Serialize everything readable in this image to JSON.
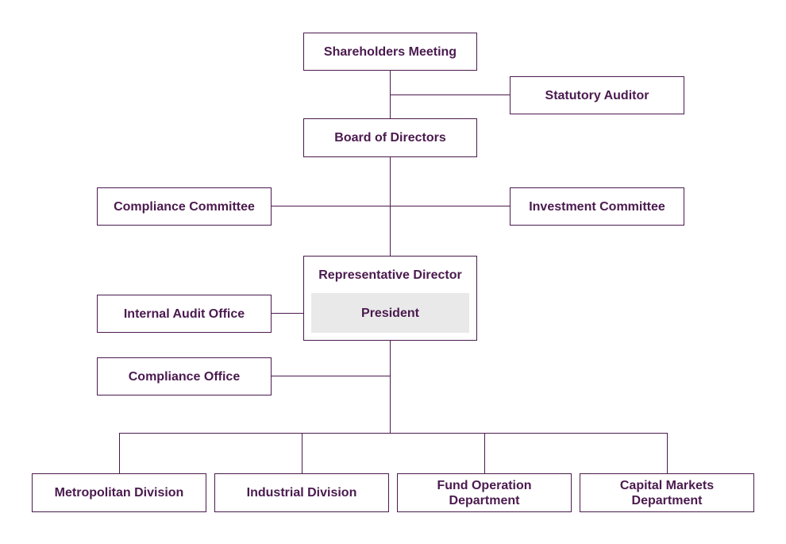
{
  "diagram": {
    "type": "org-chart",
    "colors": {
      "line": "#4A1A4E",
      "text": "#4A1A4E",
      "box_background": "#FFFFFF",
      "president_background": "#E9E9E9",
      "page_background": "#FFFFFF"
    },
    "nodes": {
      "shareholders_meeting": {
        "label": "Shareholders Meeting"
      },
      "statutory_auditor": {
        "label": "Statutory Auditor"
      },
      "board_of_directors": {
        "label": "Board of Directors"
      },
      "compliance_committee": {
        "label": "Compliance Committee"
      },
      "investment_committee": {
        "label": "Investment Committee"
      },
      "representative_director": {
        "label": "Representative Director",
        "sub_label": "President"
      },
      "internal_audit_office": {
        "label": "Internal Audit Office"
      },
      "compliance_office": {
        "label": "Compliance Office"
      },
      "metropolitan_division": {
        "label": "Metropolitan Division"
      },
      "industrial_division": {
        "label": "Industrial Division"
      },
      "fund_operation_department": {
        "label_line1": "Fund Operation",
        "label_line2": "Department"
      },
      "capital_markets_department": {
        "label_line1": "Capital Markets",
        "label_line2": "Department"
      }
    },
    "edges": [
      "shareholders_meeting -> board_of_directors",
      "shareholders_meeting/board_of_directors trunk -> statutory_auditor",
      "board_of_directors -> representative_director",
      "trunk -> compliance_committee",
      "trunk -> investment_committee",
      "internal_audit_office -> representative_director",
      "trunk -> compliance_office",
      "representative_director -> metropolitan_division",
      "representative_director -> industrial_division",
      "representative_director -> fund_operation_department",
      "representative_director -> capital_markets_department"
    ]
  }
}
